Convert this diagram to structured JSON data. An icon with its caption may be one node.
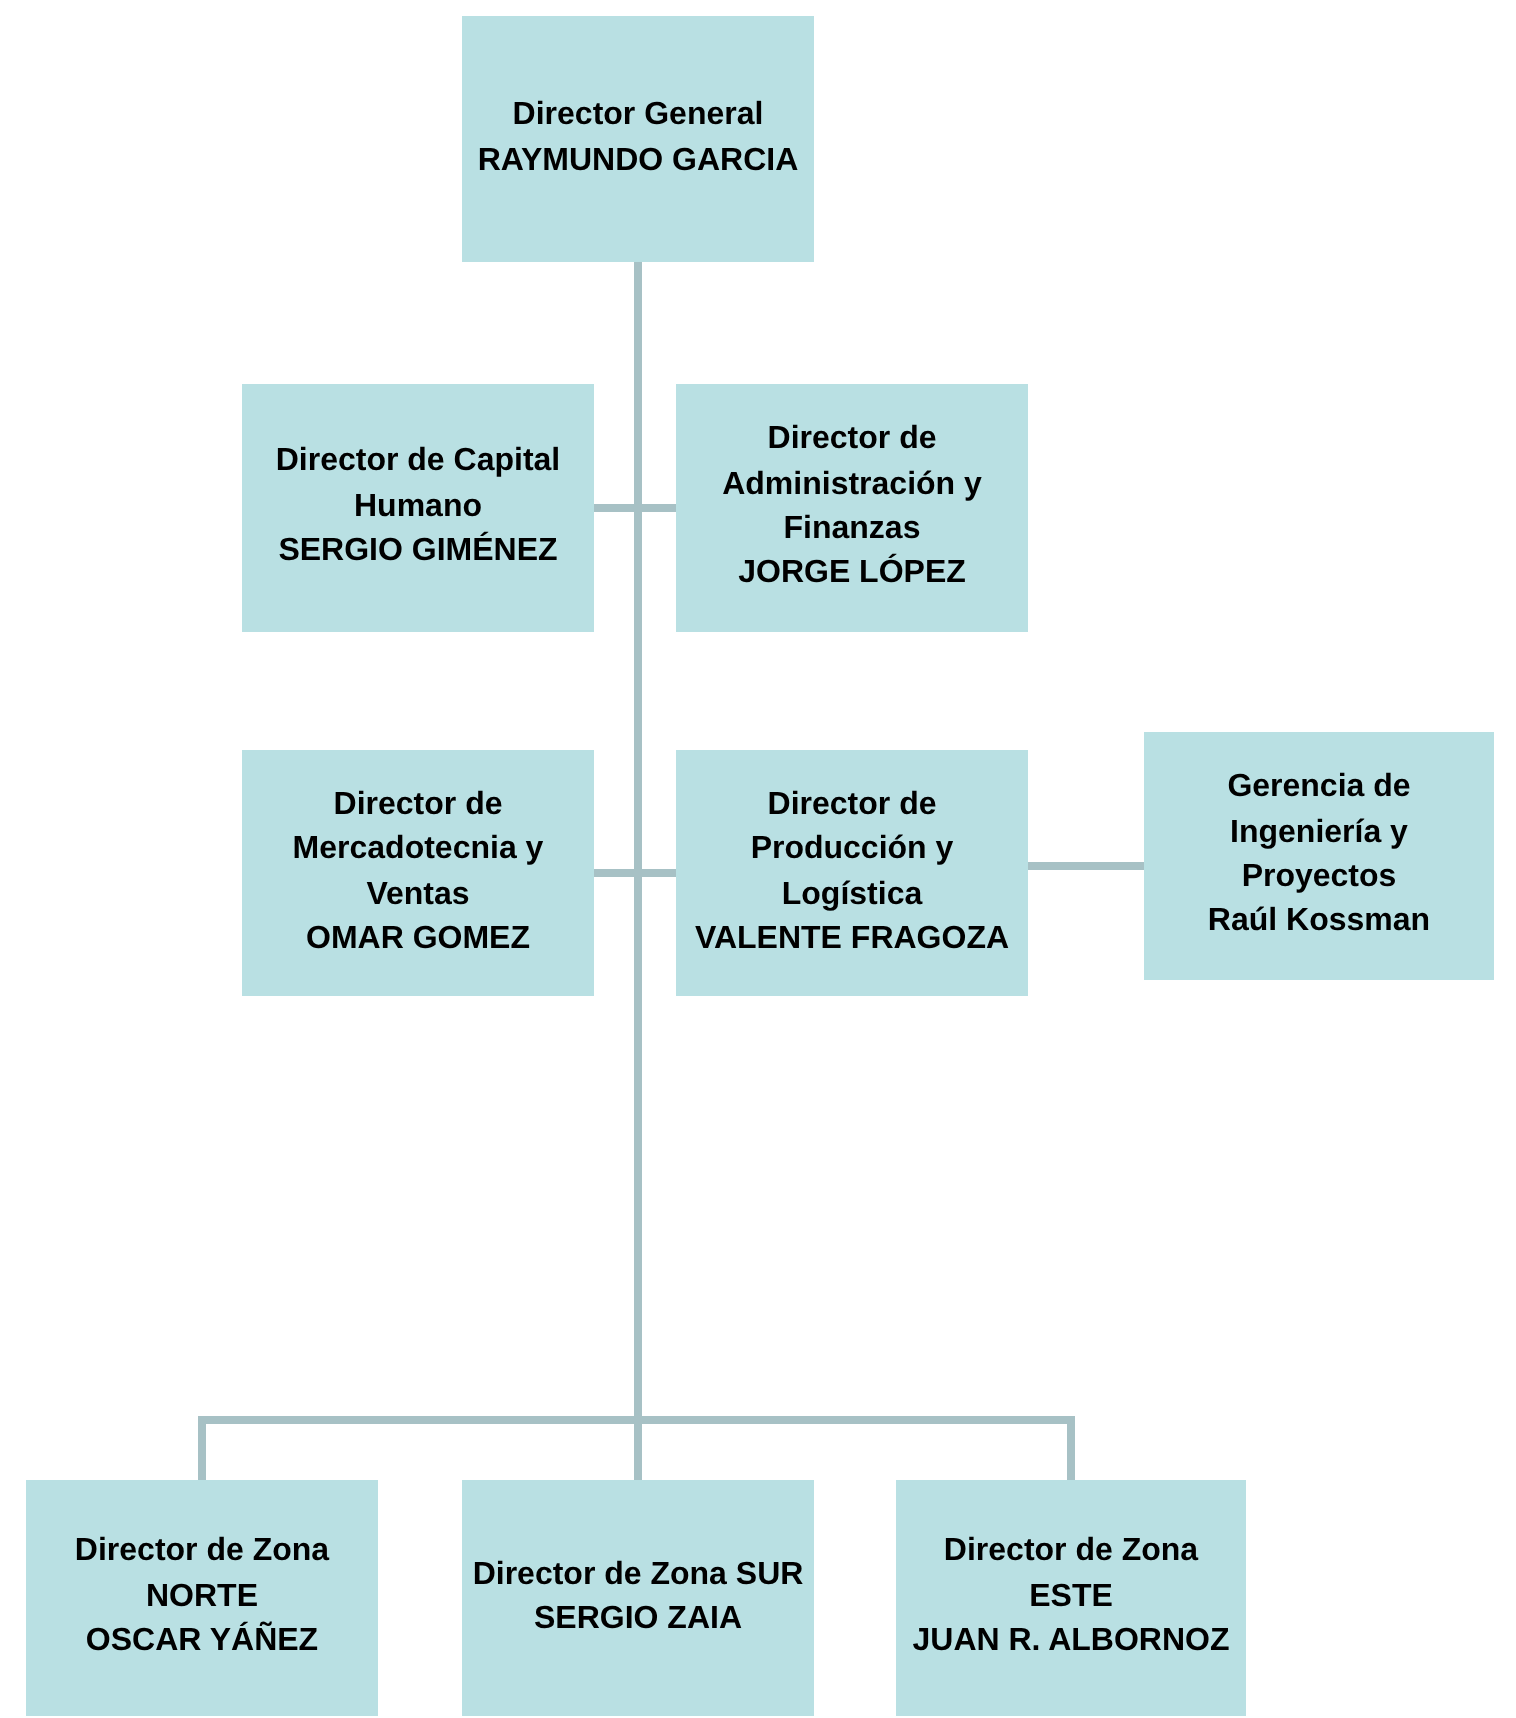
{
  "diagram": {
    "nodes": [
      {
        "text": [
          "Director General",
          "RAYMUNDO GARCIA"
        ]
      },
      {
        "text": [
          "Director de Capital Humano",
          "SERGIO GIMÉNEZ"
        ]
      },
      {
        "text": [
          "Director de Administración y Finanzas",
          "JORGE LÓPEZ"
        ]
      },
      {
        "text": [
          "Director de Mercadotecnia y Ventas",
          "OMAR GOMEZ"
        ]
      },
      {
        "text": [
          "Director de Producción y Logística",
          "VALENTE FRAGOZA"
        ]
      },
      {
        "text": [
          "Gerencia de Ingeniería y Proyectos",
          "Raúl Kossman"
        ]
      },
      {
        "text": [
          "Director de Zona NORTE",
          "OSCAR YÁÑEZ"
        ]
      },
      {
        "text": [
          "Director de Zona SUR",
          "SERGIO ZAIA"
        ]
      },
      {
        "text": [
          "Director de Zona ESTE",
          "JUAN R. ALBORNOZ"
        ]
      }
    ],
    "edges": [
      {
        "from": 0,
        "to": 1,
        "arrow": "none"
      },
      {
        "from": 0,
        "to": 2,
        "arrow": "none"
      },
      {
        "from": 0,
        "to": 3,
        "arrow": "none"
      },
      {
        "from": 0,
        "to": 4,
        "arrow": "none"
      },
      {
        "from": 4,
        "to": 5,
        "arrow": "none"
      },
      {
        "from": 0,
        "to": 6,
        "arrow": "none"
      },
      {
        "from": 0,
        "to": 7,
        "arrow": "none"
      },
      {
        "from": 0,
        "to": 8,
        "arrow": "none"
      }
    ]
  }
}
